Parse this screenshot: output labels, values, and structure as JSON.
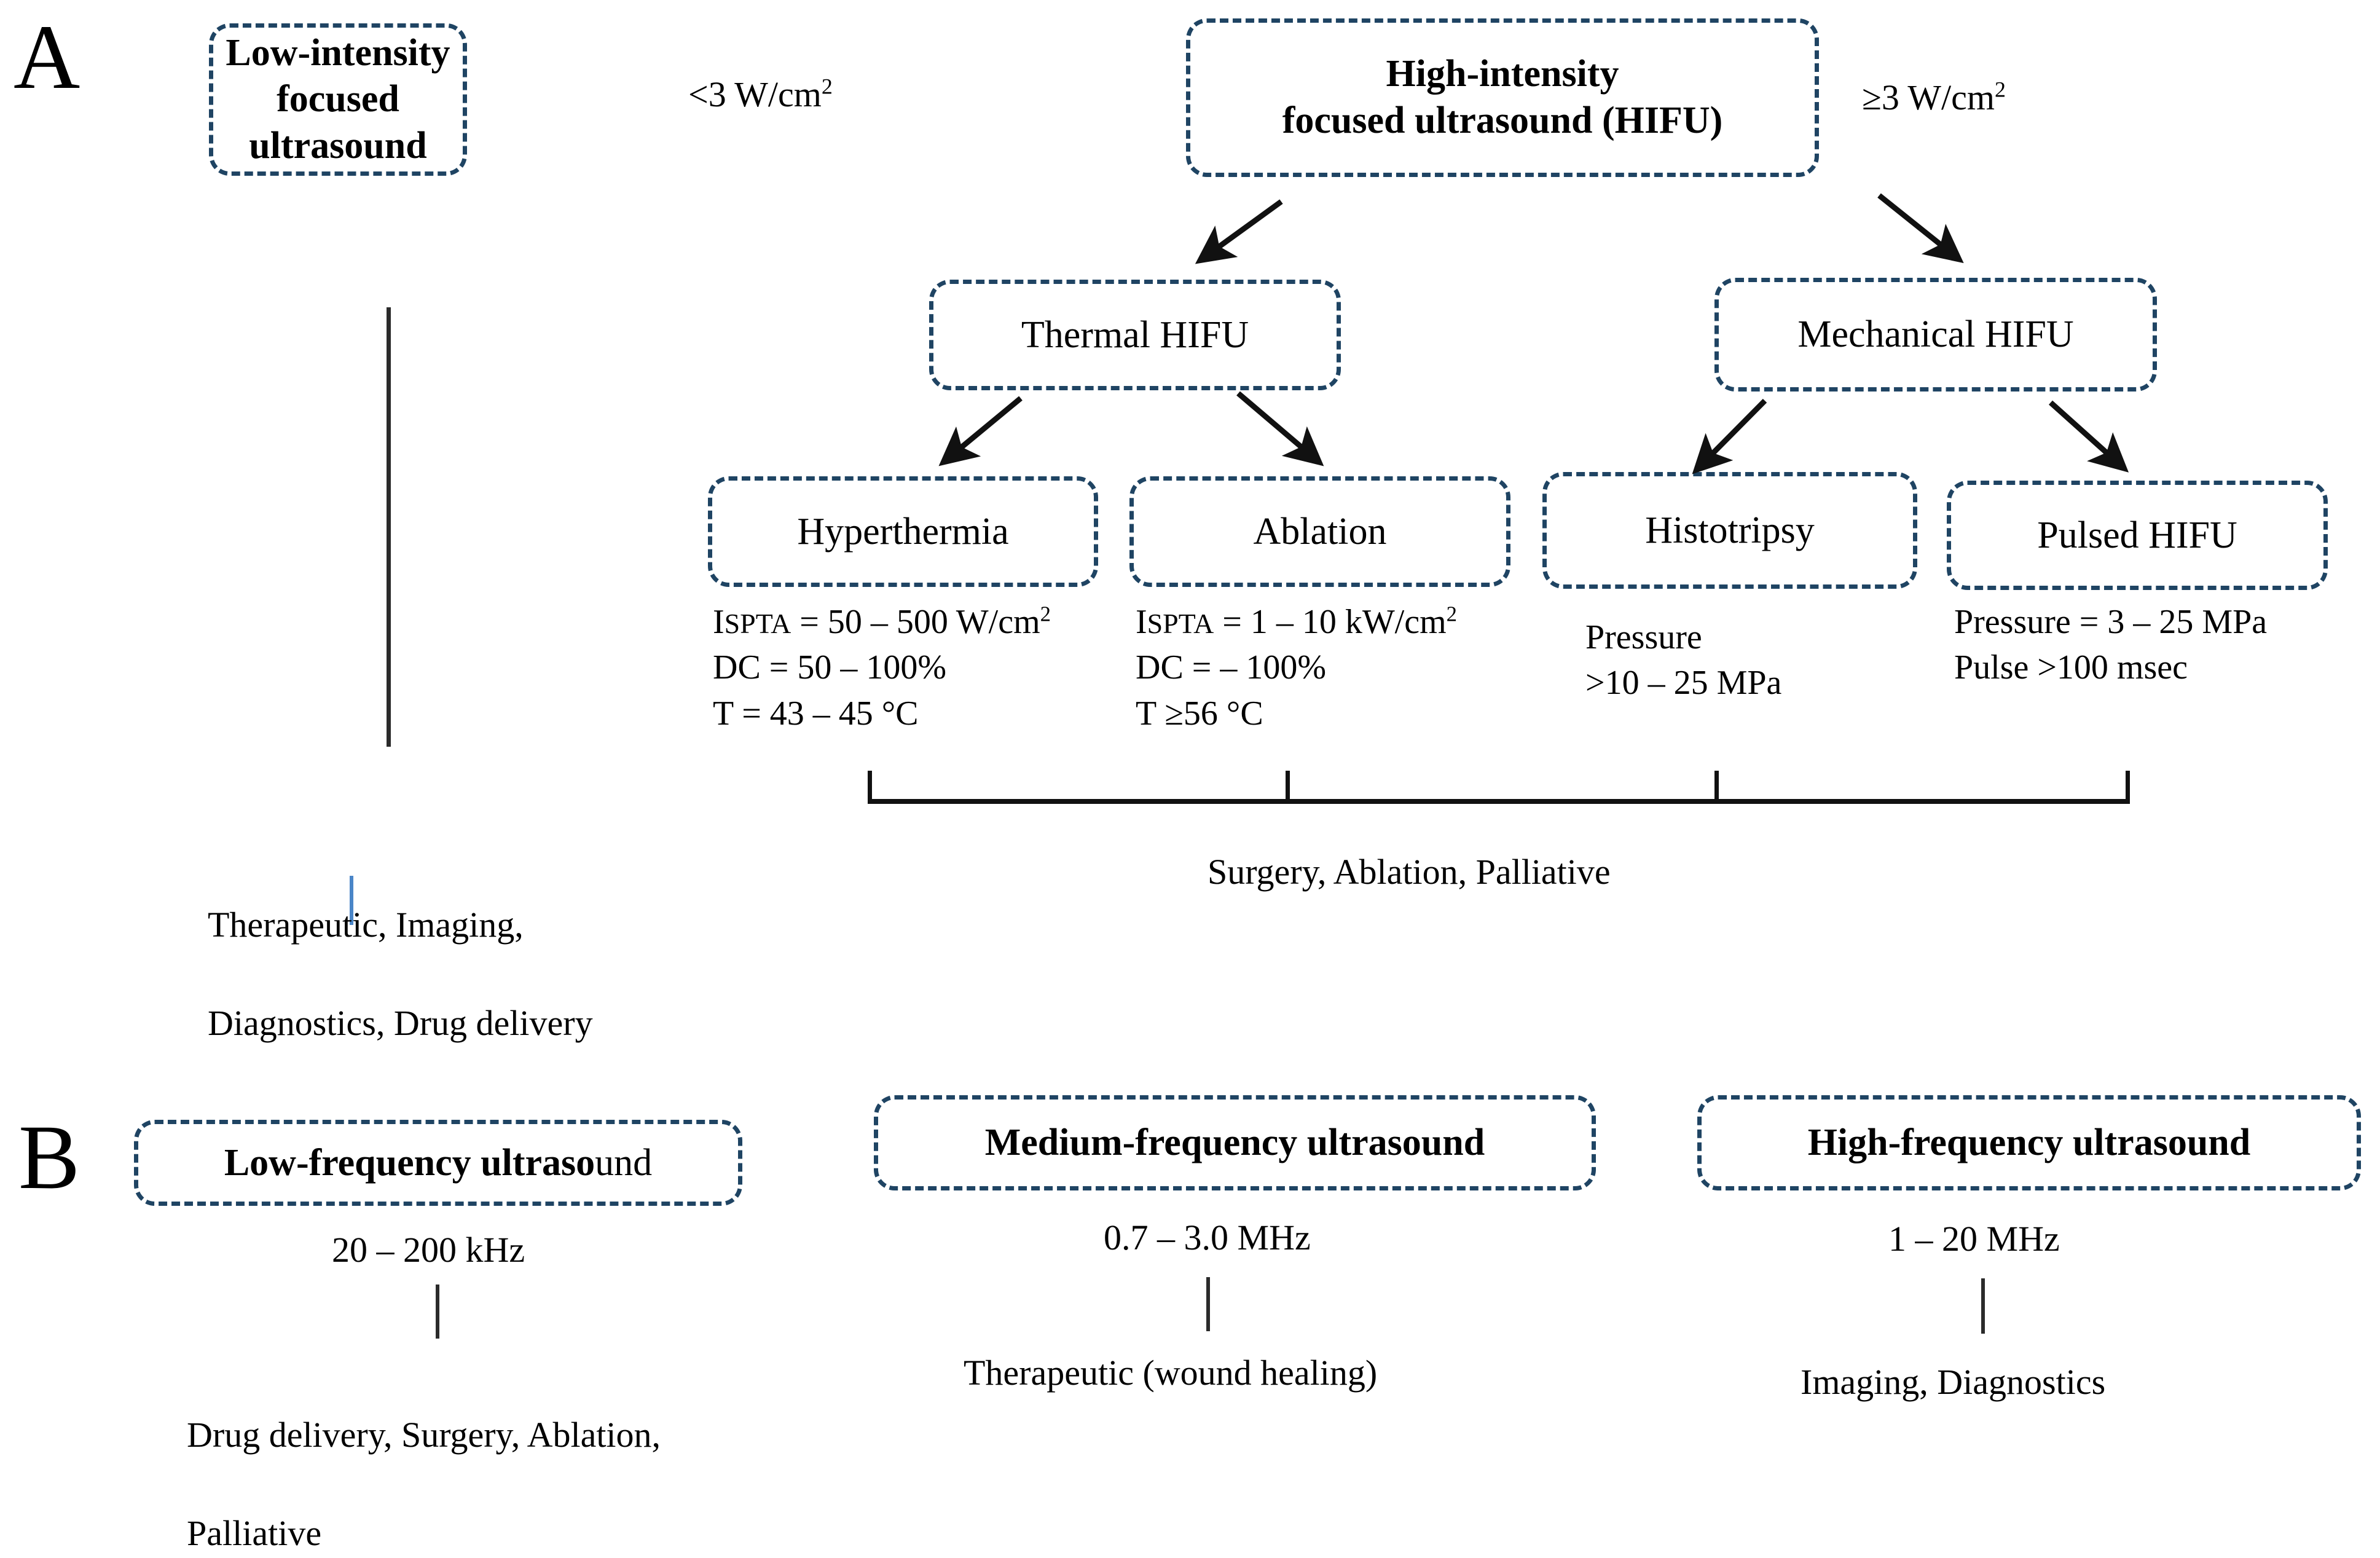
{
  "panelA": {
    "letter": "A",
    "lifu": {
      "line1": "Low-intensity",
      "line2": "focused ultrasound",
      "intensity": "<3 W/cm",
      "intensity_exp": "2"
    },
    "hifu": {
      "line1": "High-intensity",
      "line2": "focused ultrasound (HIFU)",
      "intensity": "≥3 W/cm",
      "intensity_exp": "2"
    },
    "thermal": {
      "label": "Thermal HIFU"
    },
    "mechanical": {
      "label": "Mechanical HIFU"
    },
    "hyperthermia": {
      "label": "Hyperthermia",
      "param_prefix": "I",
      "param_sub": "SPTA",
      "param_line1_rest": " = 50 – 500 W/cm",
      "param_line1_exp": "2",
      "param_line2": "DC = 50 – 100%",
      "param_line3": "T = 43 – 45 °C"
    },
    "ablation": {
      "label": "Ablation",
      "param_prefix": "I",
      "param_sub": "SPTA",
      "param_line1_rest": " = 1 – 10 kW/cm",
      "param_line1_exp": "2",
      "param_line2": "DC = – 100%",
      "param_line3": "T ≥56 °C"
    },
    "histotripsy": {
      "label": "Histotripsy",
      "param_line1": "Pressure",
      "param_line2": ">10 – 25 MPa"
    },
    "pulsed": {
      "label": "Pulsed HIFU",
      "param_line1": "Pressure = 3 – 25 MPa",
      "param_line2": "Pulse >100 msec"
    },
    "lifu_uses_line1": "Therapeutic, Imaging,",
    "lifu_uses_line2": "Diagnostics, Drug delivery",
    "hifu_uses": "Surgery, Ablation, Palliative"
  },
  "panelB": {
    "letter": "B",
    "low": {
      "label_bold": "Low-frequency ultraso",
      "label_tail": "und",
      "freq": "20 – 200 kHz",
      "uses_line1": "Drug delivery, Surgery, Ablation,",
      "uses_line2": "Palliative"
    },
    "medium": {
      "label": "Medium-frequency ultrasound",
      "freq": "0.7 – 3.0 MHz",
      "uses_line1": "Therapeutic (wound healing)",
      "uses_line2": ""
    },
    "high": {
      "label": "High-frequency ultrasound",
      "freq": "1 – 20 MHz",
      "uses_line1": "Imaging, Diagnostics",
      "uses_line2": ""
    }
  },
  "colors": {
    "box_border": "#1f4463",
    "connector": "#2b2b2b",
    "blue_tick": "#4a86c8"
  }
}
